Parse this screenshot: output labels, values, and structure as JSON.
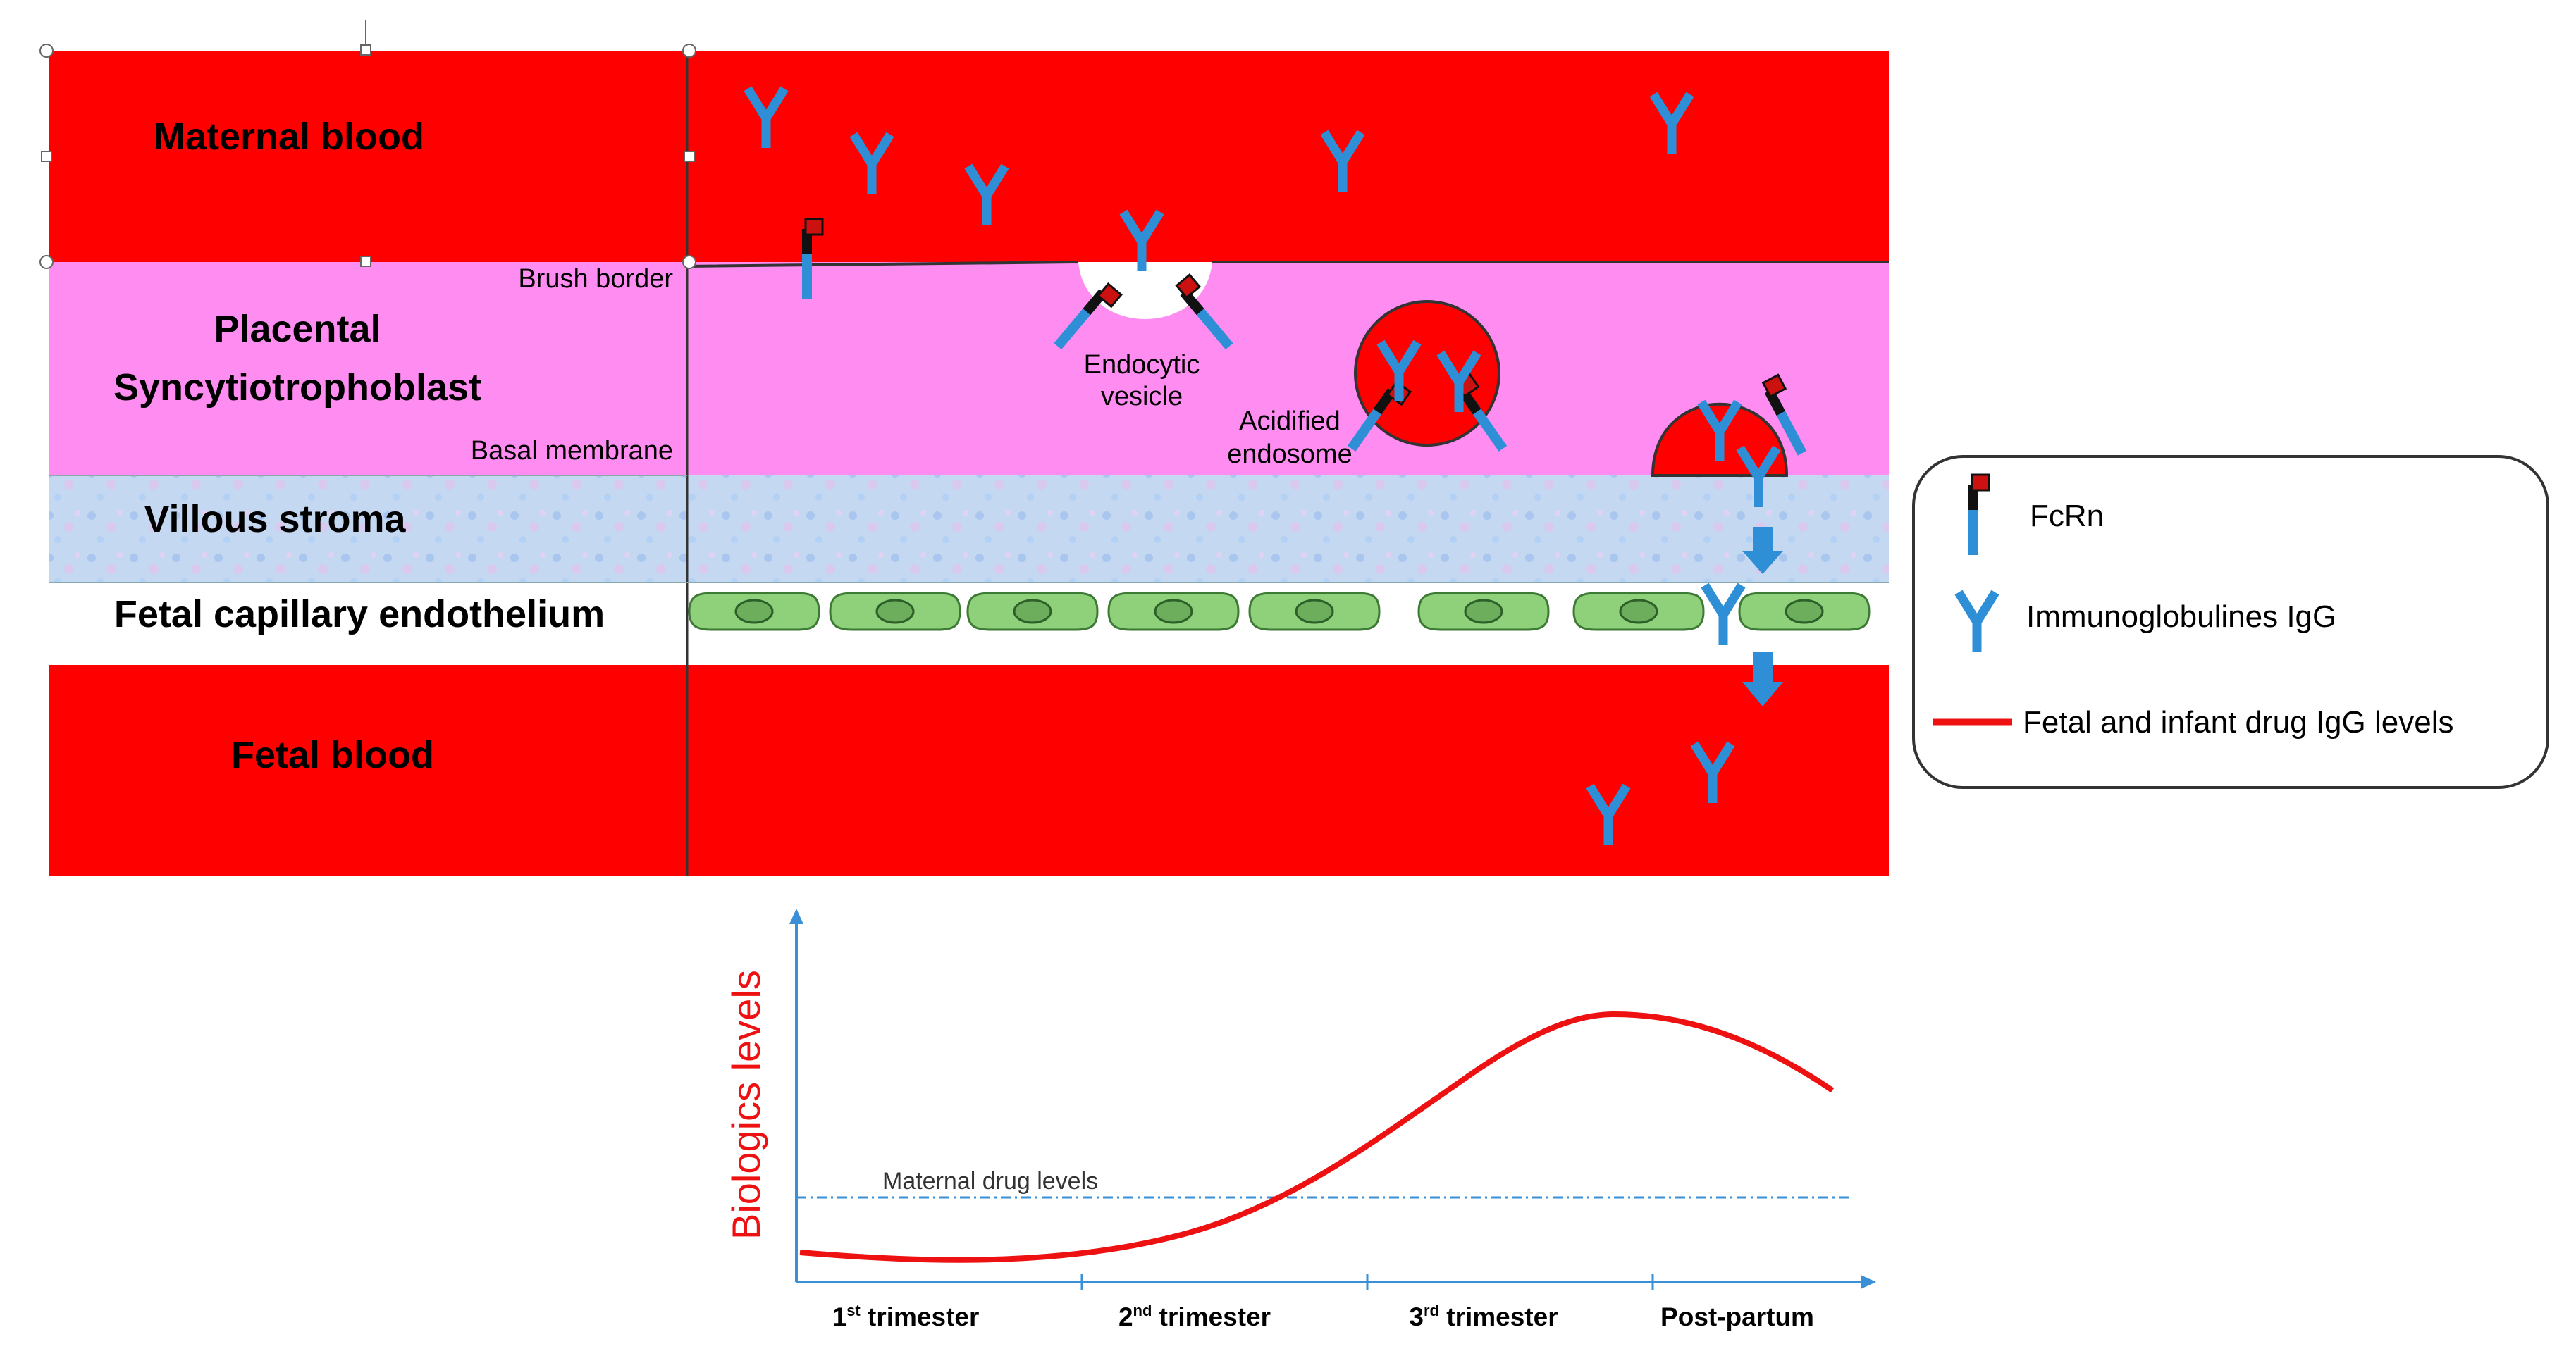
{
  "layers": {
    "maternal_blood": "Maternal blood",
    "placental": "Placental",
    "syncytiotrophoblast": "Syncytiotrophoblast",
    "villous_stroma": "Villous stroma",
    "fetal_capillary_endothelium": "Fetal capillary endothelium",
    "fetal_blood": "Fetal blood"
  },
  "annotations": {
    "brush_border": "Brush border",
    "basal_membrane": "Basal membrane",
    "endocytic_1": "Endocytic",
    "endocytic_2": "vesicle",
    "acidified_1": "Acidified",
    "acidified_2": "endosome"
  },
  "legend": {
    "fcrn": "FcRn",
    "igg": "Immunoglobulines IgG",
    "curve": "Fetal and infant drug IgG levels"
  },
  "chart": {
    "ylabel": "Biologics levels",
    "maternal_line": "Maternal drug levels",
    "ticks": [
      {
        "n": "1",
        "sup": "st",
        "t": " trimester"
      },
      {
        "n": "2",
        "sup": "nd",
        "t": " trimester"
      },
      {
        "n": "3",
        "sup": "rd",
        "t": " trimester"
      },
      {
        "n": "",
        "sup": "",
        "t": "Post-partum"
      }
    ]
  },
  "colors": {
    "blood": "#ff0000",
    "syncytio": "#ff8cf0",
    "antibody": "#2e8fd6",
    "cell": "#8fd07a",
    "axis": "#3a8fd6",
    "curve": "#ee1111"
  }
}
